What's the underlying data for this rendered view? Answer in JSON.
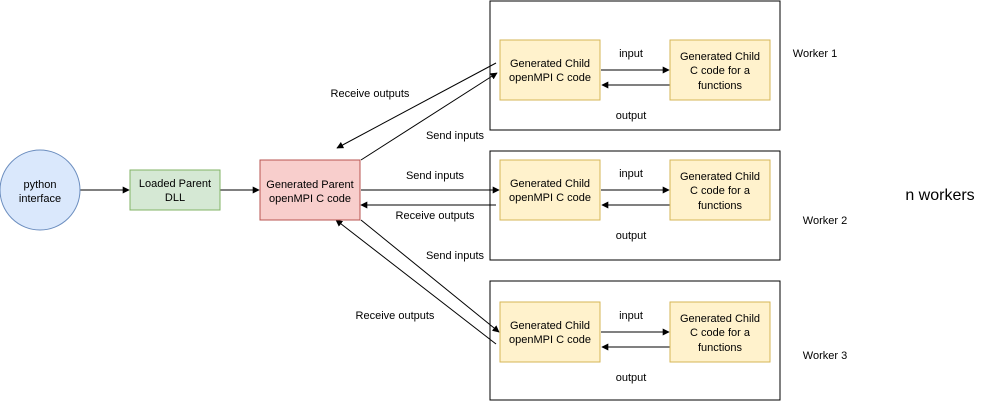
{
  "nodes": {
    "python": {
      "line1": "python",
      "line2": "interface",
      "fill": "#dae8fc",
      "stroke": "#6c8ebf"
    },
    "dll": {
      "line1": "Loaded Parent",
      "line2": "DLL",
      "fill": "#d5e8d4",
      "stroke": "#82b366"
    },
    "parent": {
      "line1": "Generated Parent",
      "line2": "openMPI C code",
      "fill": "#f8cecc",
      "stroke": "#b85450"
    }
  },
  "workers": [
    {
      "label": "Worker 1",
      "child": {
        "line1": "Generated Child",
        "line2": "openMPI C code"
      },
      "func": {
        "line1": "Generated Child",
        "line2": "C code for a",
        "line3": "functions"
      },
      "input_label": "input",
      "output_label": "output"
    },
    {
      "label": "Worker 2",
      "child": {
        "line1": "Generated Child",
        "line2": "openMPI C code"
      },
      "func": {
        "line1": "Generated Child",
        "line2": "C code for a",
        "line3": "functions"
      },
      "input_label": "input",
      "output_label": "output"
    },
    {
      "label": "Worker 3",
      "child": {
        "line1": "Generated Child",
        "line2": "openMPI C code"
      },
      "func": {
        "line1": "Generated Child",
        "line2": "C code for a",
        "line3": "functions"
      },
      "input_label": "input",
      "output_label": "output"
    }
  ],
  "edge_labels": {
    "w1_receive": "Receive outputs",
    "w1_send": "Send inputs",
    "w2_send": "Send inputs",
    "w2_receive": "Receive outputs",
    "w3_send": "Send inputs",
    "w3_receive": "Receive outputs"
  },
  "note": "n workers",
  "colors": {
    "child_fill": "#fff2cc",
    "child_stroke": "#d6b656",
    "line": "#000000"
  }
}
